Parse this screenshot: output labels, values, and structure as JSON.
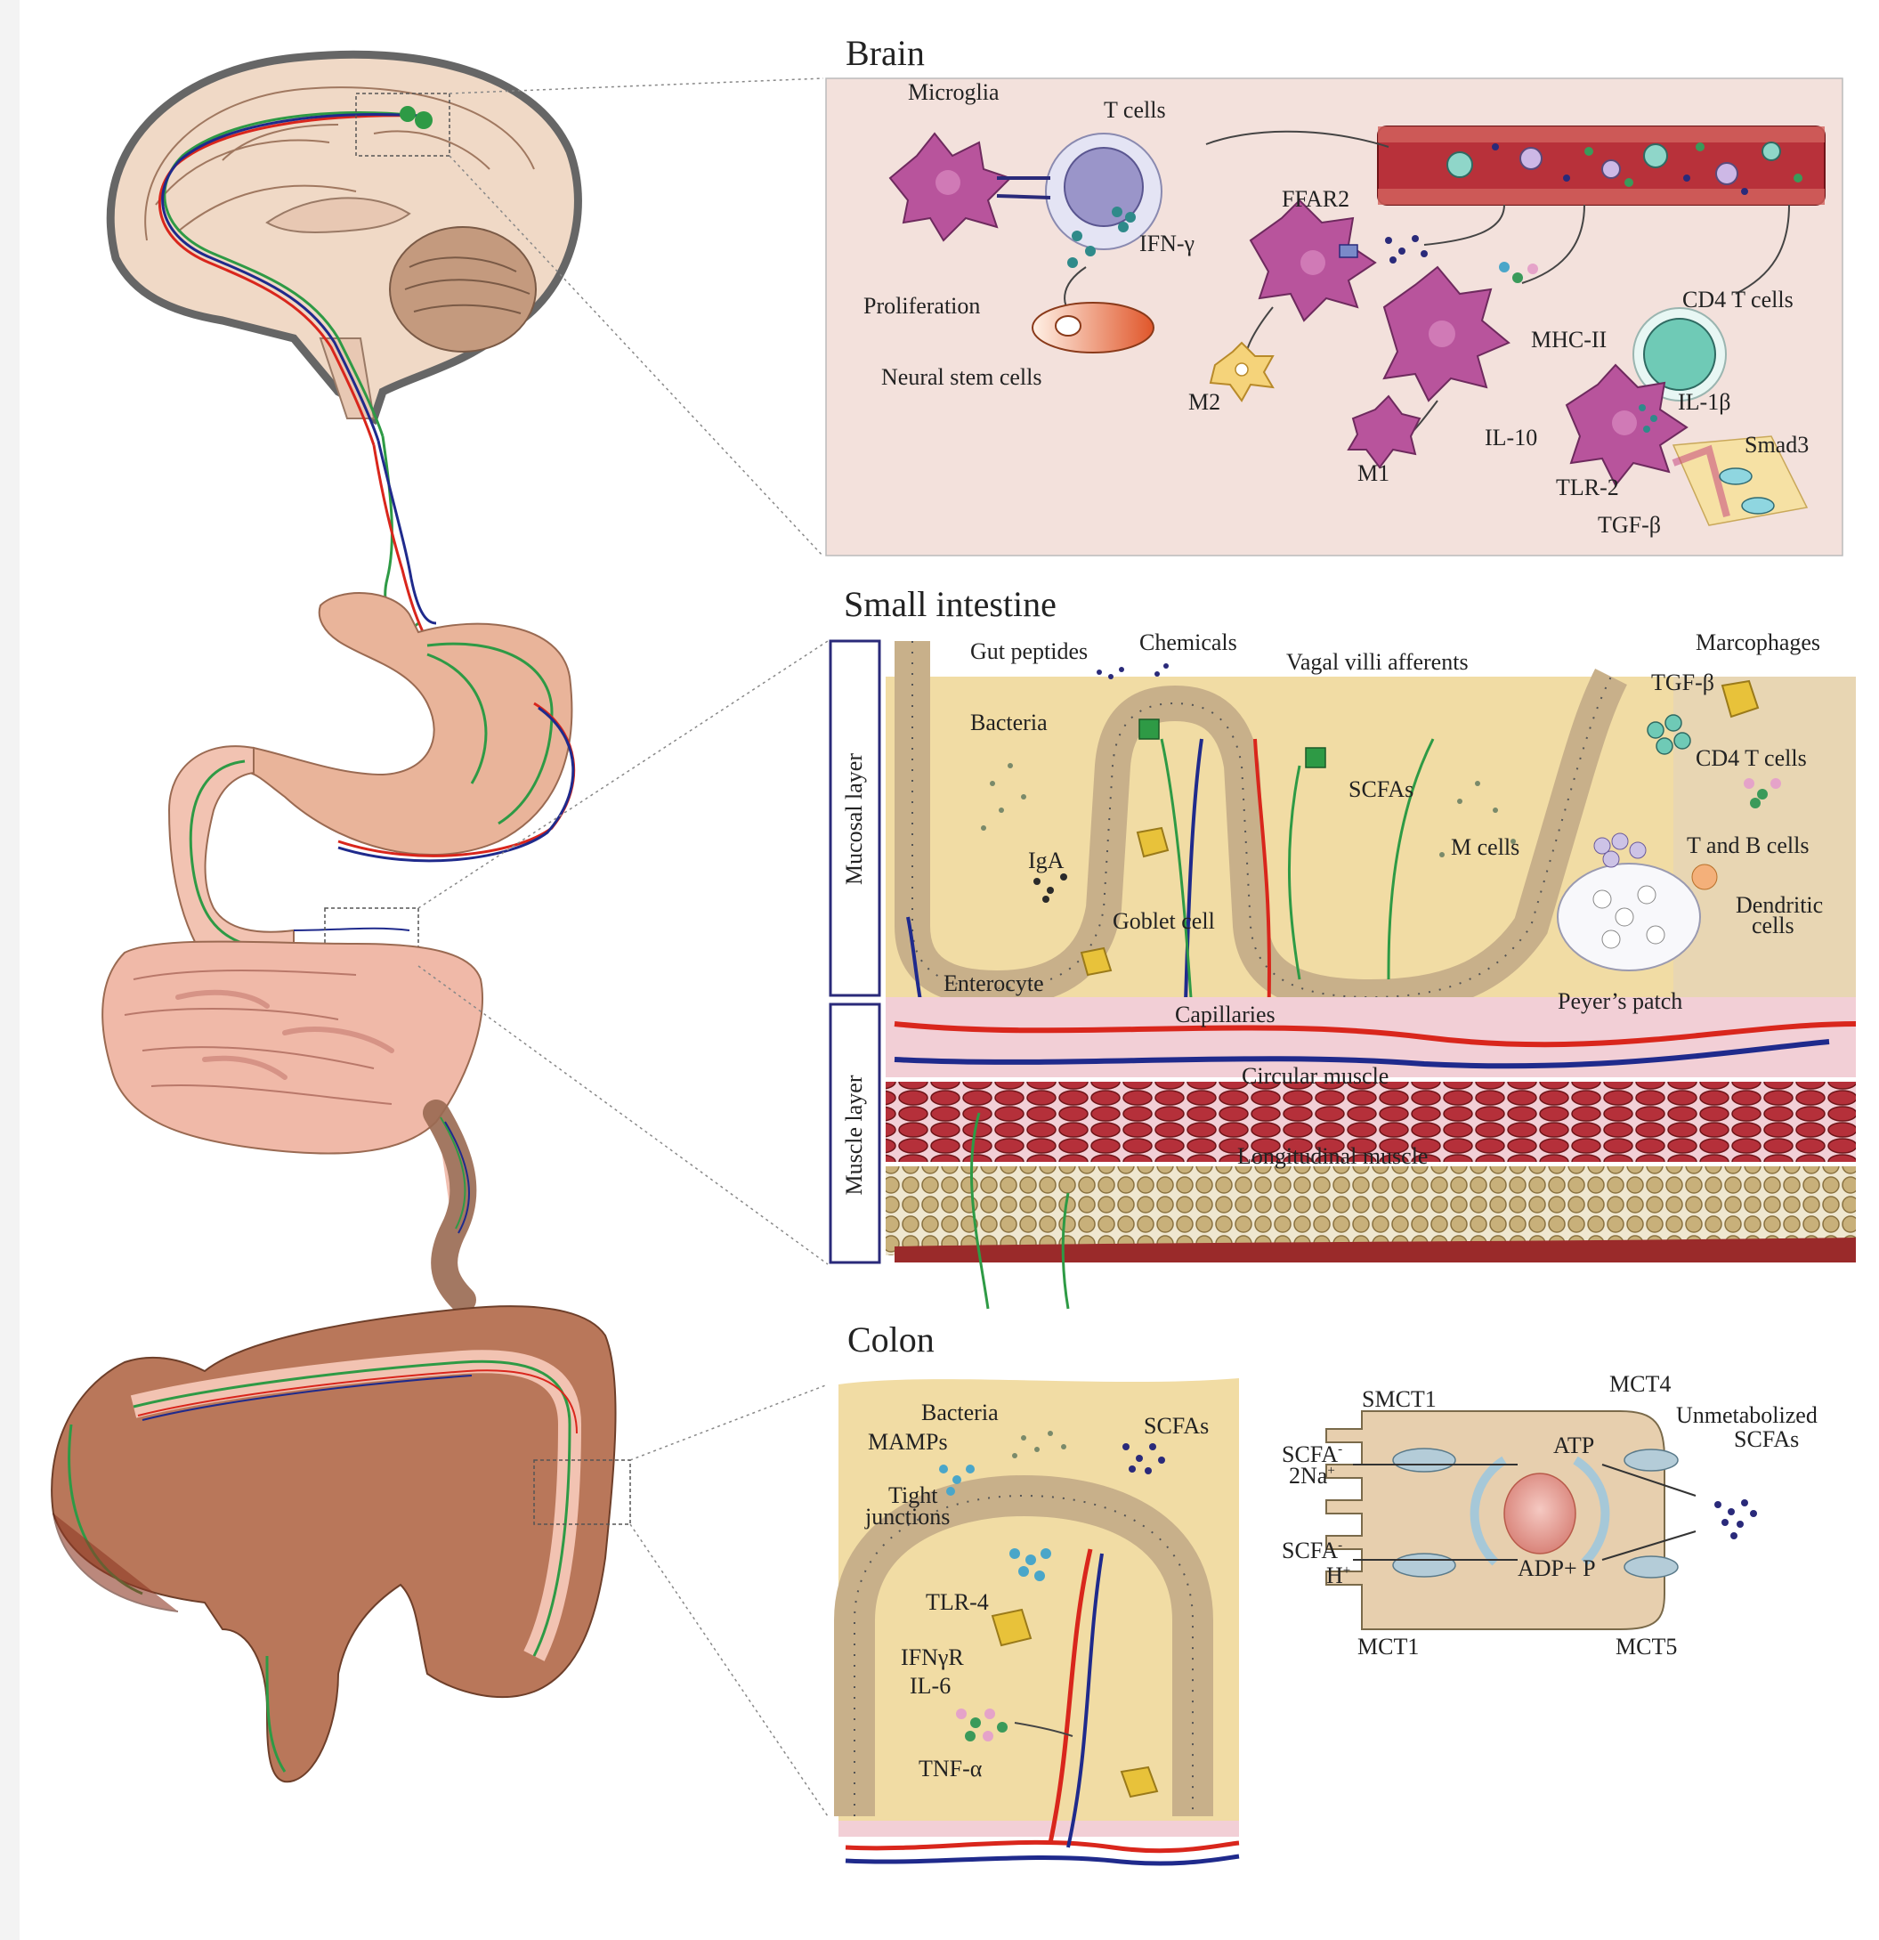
{
  "panels": {
    "brain": "Brain",
    "small_intestine": "Small intestine",
    "colon": "Colon"
  },
  "brain_labels": {
    "microglia": "Microglia",
    "t_cells": "T cells",
    "ifn_gamma": "IFN-γ",
    "ffar2": "FFAR2",
    "proliferation": "Proliferation",
    "neural_stem_cells": "Neural stem cells",
    "m2": "M2",
    "m1": "M1",
    "cd4_t_cells": "CD4 T cells",
    "mhc_ii": "MHC-II",
    "il_1b": "IL-1β",
    "il_10": "IL-10",
    "smad3": "Smad3",
    "tlr_2": "TLR-2",
    "tgf_b": "TGF-β"
  },
  "intestine_labels": {
    "mucosal_layer": "Mucosal layer",
    "muscle_layer": "Muscle layer",
    "gut_peptides": "Gut peptides",
    "chemicals": "Chemicals",
    "vagal_villi_afferents": "Vagal villi afferents",
    "marcophages": "Marcophages",
    "tgf_b": "TGF-β",
    "bacteria": "Bacteria",
    "scfas": "SCFAs",
    "cd4_t_cells": "CD4 T cells",
    "iga": "IgA",
    "m_cells": "M cells",
    "t_and_b_cells": "T and B cells",
    "dendritic": "Dendritic",
    "cells": "cells",
    "goblet_cell": "Goblet cell",
    "enterocyte": "Enterocyte",
    "peyers_patch": "Peyer’s patch",
    "capillaries": "Capillaries",
    "circular_muscle": "Circular muscle",
    "longitudinal_muscle": "Longitudinal muscle"
  },
  "colon_labels": {
    "bacteria": "Bacteria",
    "mamps": "MAMPs",
    "scfas": "SCFAs",
    "tight": "Tight",
    "junctions": "junctions",
    "tlr_4": "TLR-4",
    "ifngr": "IFNγR",
    "il_6": "IL-6",
    "tnf_a": "TNF-α",
    "smct1": "SMCT1",
    "mct4": "MCT4",
    "unmetabolized": "Unmetabolized",
    "scfas2": "SCFAs",
    "scfa_na": "SCFA",
    "scfa_na_sup": "-",
    "two_na": "2Na",
    "two_na_sup": "+",
    "atp": "ATP",
    "scfa_h": "SCFA",
    "scfa_h_sup": "-",
    "h": "H",
    "h_sup": "+",
    "adp_p": "ADP+ P",
    "mct1": "MCT1",
    "mct5": "MCT5"
  },
  "colors": {
    "vein_blue": "#1f2a8c",
    "artery_red": "#d9261c",
    "nerve_green": "#2e9a45",
    "mucosa_bg": "#f1dca4",
    "brain_bg": "#f3e1dc",
    "microglia": "#b8549c",
    "colon_brown": "#9a5a3a"
  }
}
